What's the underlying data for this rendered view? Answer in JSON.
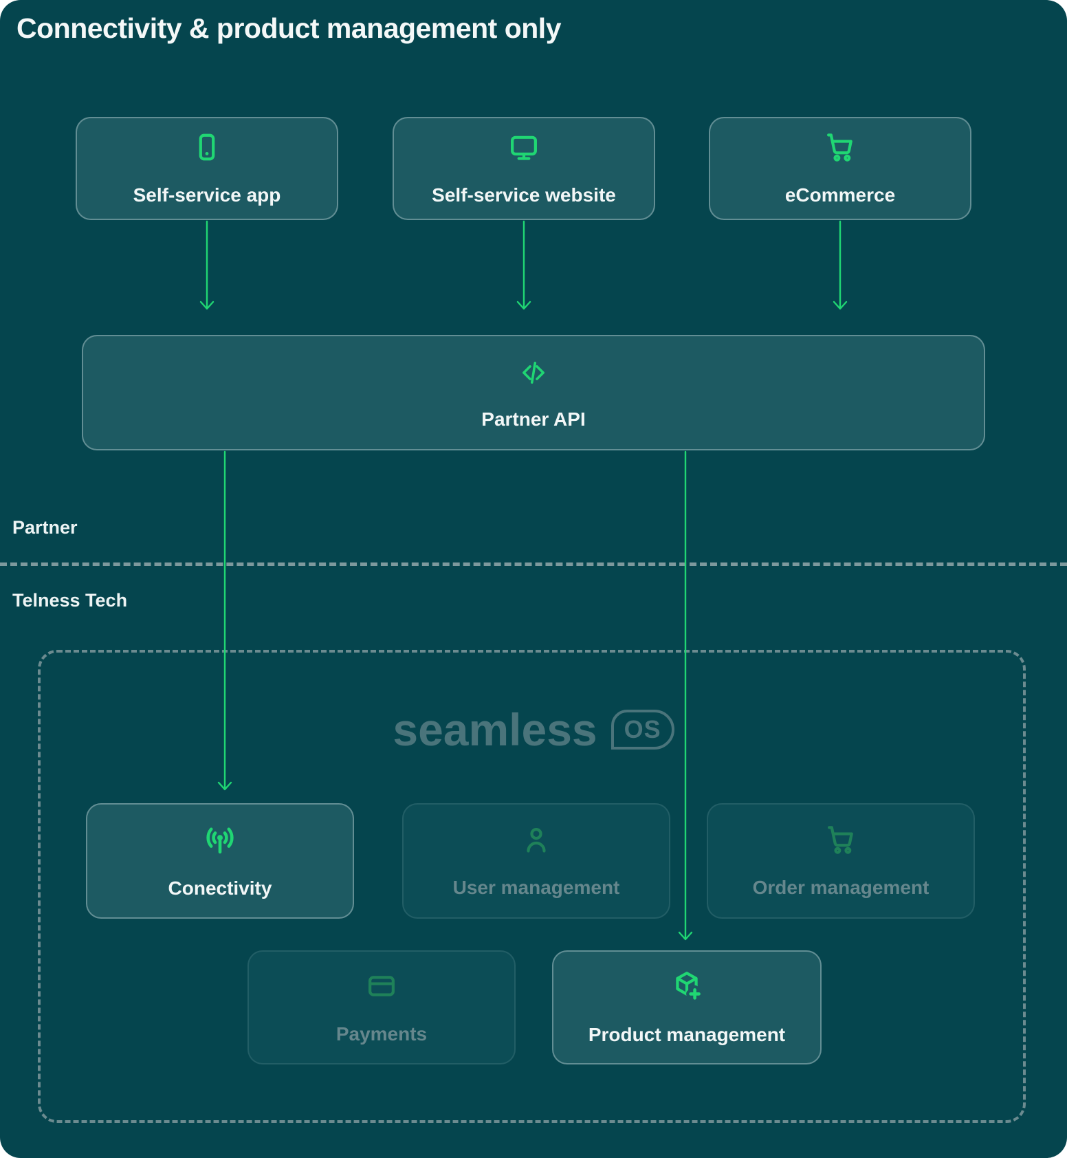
{
  "title": "Connectivity & product management only",
  "zones": {
    "top_label": "Partner",
    "bottom_label": "Telness Tech"
  },
  "logo": {
    "wordmark": "seamless",
    "badge": "OS"
  },
  "sources": [
    {
      "label": "Self-service app",
      "icon": "smartphone-icon"
    },
    {
      "label": "Self-service website",
      "icon": "monitor-icon"
    },
    {
      "label": "eCommerce",
      "icon": "shopping-cart-icon"
    }
  ],
  "api": {
    "label": "Partner API",
    "icon": "code-icon"
  },
  "modules": [
    {
      "label": "Conectivity",
      "icon": "antenna-icon",
      "state": "active"
    },
    {
      "label": "User management",
      "icon": "user-icon",
      "state": "inactive"
    },
    {
      "label": "Order management",
      "icon": "shopping-cart-icon",
      "state": "inactive"
    },
    {
      "label": "Payments",
      "icon": "credit-card-icon",
      "state": "inactive"
    },
    {
      "label": "Product management",
      "icon": "package-plus-icon",
      "state": "active"
    }
  ],
  "colors": {
    "background": "#05454E",
    "panel_active": "#1D5A62",
    "panel_dim": "#0C4D56",
    "accent_green": "#20D673",
    "dim_green": "#1F8159",
    "muted_text": "#66878D",
    "logo_color": "#4A747B",
    "dash_color": "#8FA6A9",
    "text_white": "#F2F7F7"
  }
}
